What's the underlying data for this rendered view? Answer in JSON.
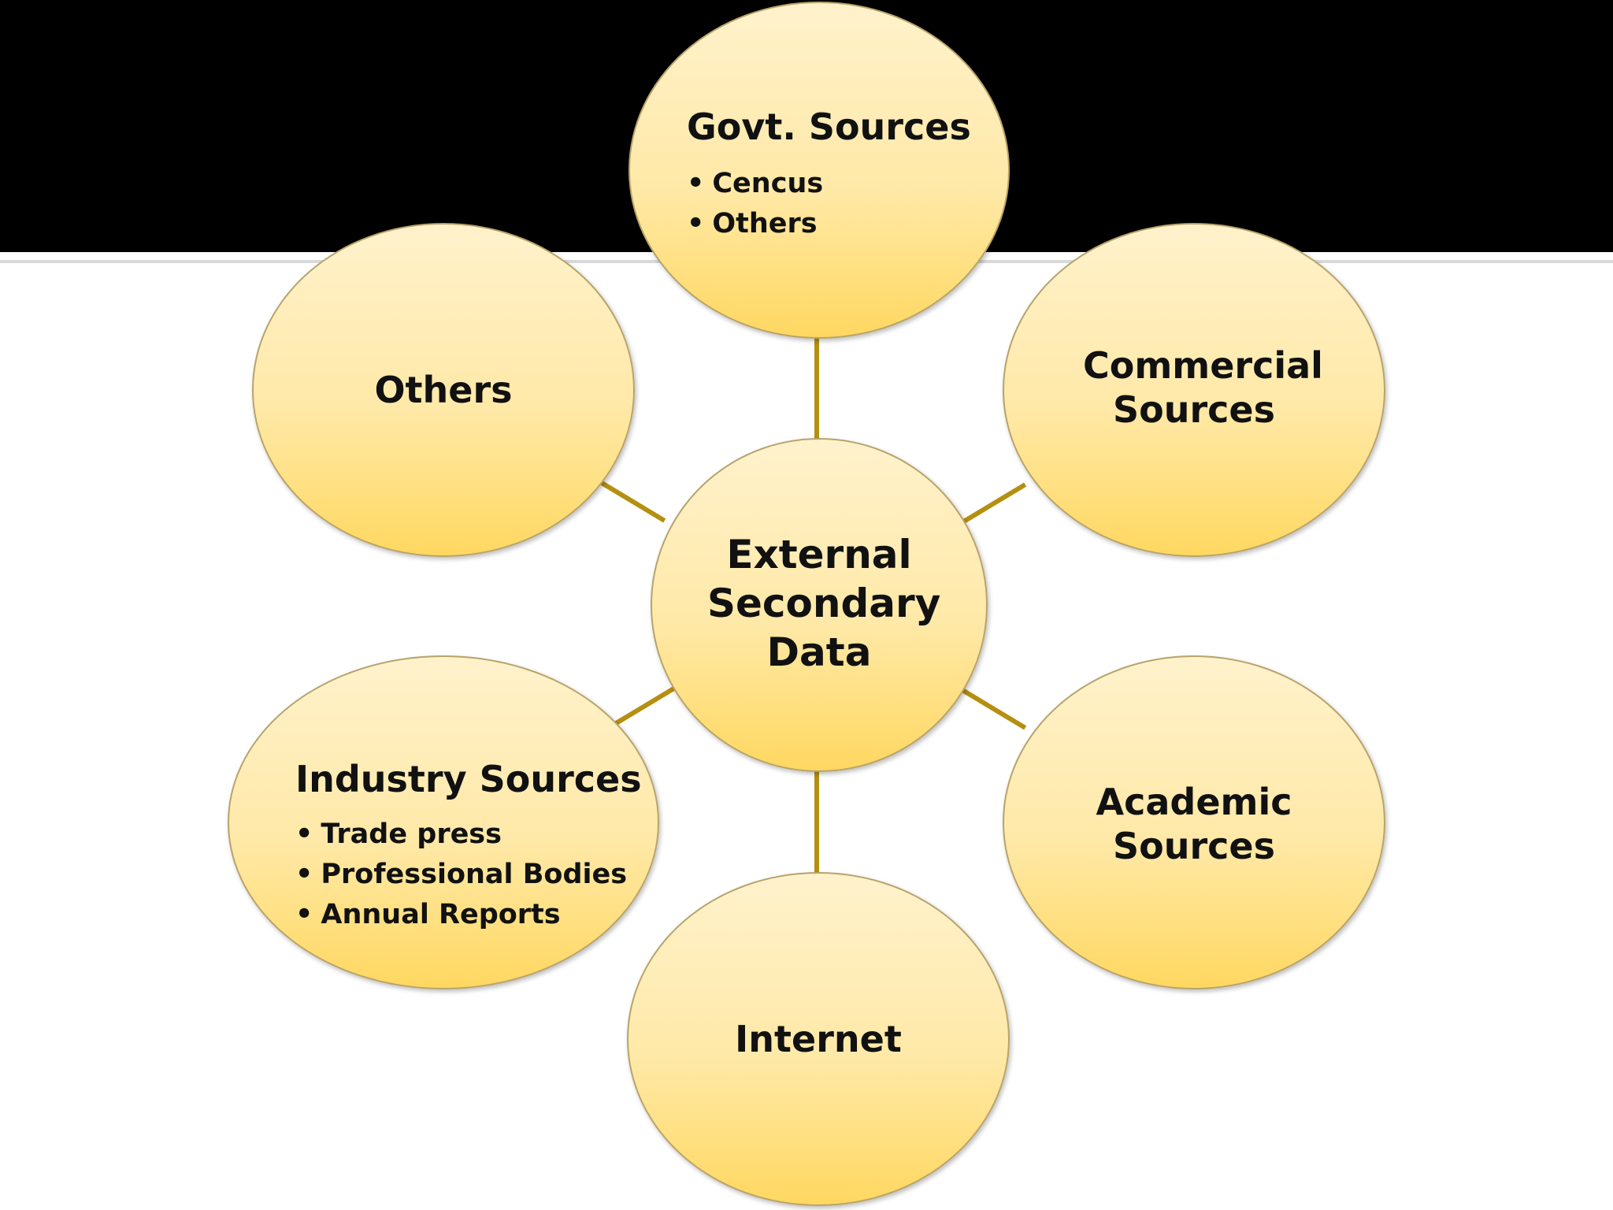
{
  "diagram": {
    "center": {
      "title": "External Secondary Data"
    },
    "nodes": {
      "govt": {
        "title": "Govt. Sources",
        "bullets": [
          "Cencus",
          "Others"
        ]
      },
      "commercial": {
        "title": "Commercial Sources"
      },
      "academic": {
        "title": "Academic Sources"
      },
      "internet": {
        "title": "Internet"
      },
      "industry": {
        "title": "Industry Sources",
        "bullets": [
          "Trade press",
          "Professional Bodies",
          "Annual Reports"
        ]
      },
      "others": {
        "title": "Others"
      }
    },
    "colors": {
      "node_fill_top": "#fff2cc",
      "node_fill_bottom": "#ffd861",
      "connector": "#b58f10",
      "header_band": "#000000"
    }
  }
}
